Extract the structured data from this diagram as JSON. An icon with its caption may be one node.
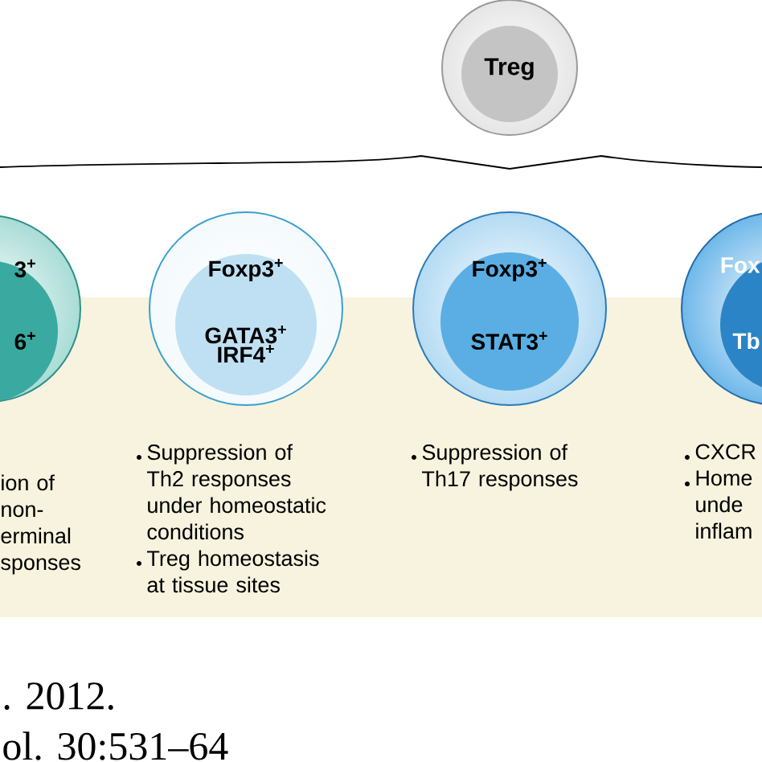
{
  "diagram": {
    "nodes": [
      {
        "text": [
          "Treg"
        ]
      },
      {
        "text": [
          "3$^{+}$",
          "6$^{+}$"
        ],
        "beside": [
          "ion of non- erminal sponses"
        ]
      },
      {
        "text": [
          "Foxp3$^{+}$",
          "GATA3$^{+}$ IRF4$^{+}$"
        ],
        "beside": [
          "Suppression of Th2 responses under homeostatic conditions",
          "Treg homeostasis at tissue sites"
        ]
      },
      {
        "text": [
          "Foxp3$^{+}$",
          "STAT3$^{+}$"
        ],
        "beside": [
          "Suppression of Th17 responses"
        ]
      },
      {
        "text": [
          "Fox",
          "Tb"
        ],
        "beside": [
          "CXCR",
          "Home unde inflam"
        ]
      }
    ],
    "labels": [
      ". 2012.",
      "ol. 30:531–64"
    ]
  }
}
